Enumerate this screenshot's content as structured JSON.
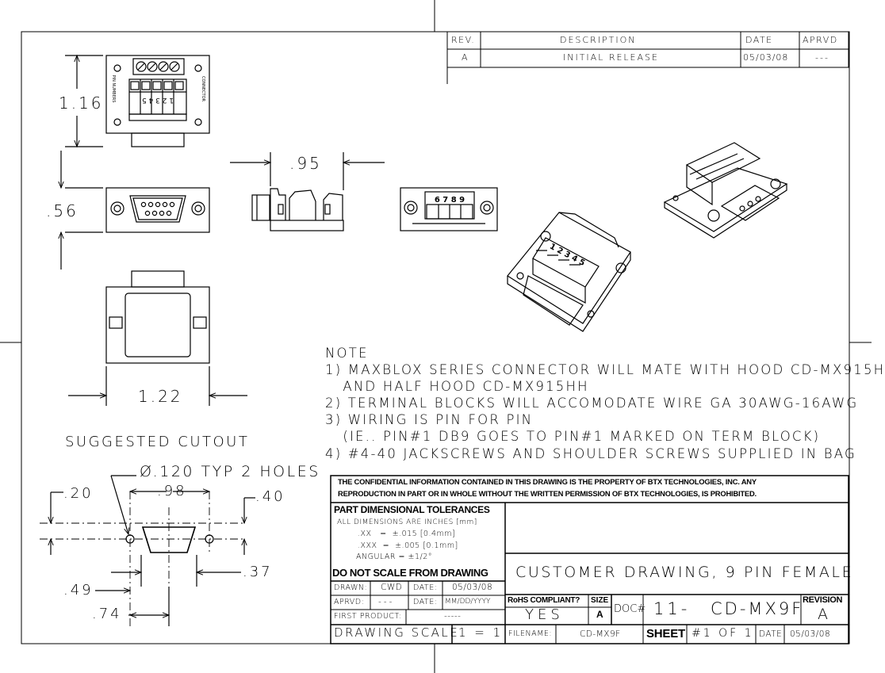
{
  "revision_block": {
    "headers": {
      "rev": "REV.",
      "description": "DESCRIPTION",
      "date": "DATE",
      "approved": "APRVD"
    },
    "row": {
      "rev": "A",
      "description": "INITIAL RELEASE",
      "date": "05/03/08",
      "approved": "---"
    }
  },
  "dimensions": {
    "height_top": "1.16",
    "depth_side": ".95",
    "height_front": ".56",
    "width_bottom": "1.22"
  },
  "terminal_labels": {
    "top_numbers": "1 2 3 4 5",
    "bottom_numbers": "6 7 8 9",
    "side_label": "PIN NUMBERS",
    "side_label_2": "CONNECTOR"
  },
  "cutout": {
    "title": "SUGGESTED CUTOUT",
    "hole_note": "Ø.120 TYP 2 HOLES",
    "dim_98": ".98",
    "dim_20": ".20",
    "dim_40": ".40",
    "dim_49": ".49",
    "dim_37": ".37",
    "dim_74": ".74"
  },
  "notes": {
    "heading": "NOTE",
    "lines": [
      "1) MAXBLOX SERIES CONNECTOR WILL MATE WITH HOOD CD-MX915H",
      "   AND HALF HOOD CD-MX915HH",
      "2) TERMINAL BLOCKS WILL ACCOMODATE WIRE GA 30AWG-16AWG",
      "3) WIRING IS PIN FOR PIN",
      "   (IE.. PIN#1 DB9 GOES TO PIN#1 MARKED ON TERM BLOCK)",
      "4) #4-40 JACKSCREWS AND SHOULDER SCREWS SUPPLIED IN BAG"
    ]
  },
  "title_block": {
    "confidential_1": "THE CONFIDENTIAL INFORMATION CONTAINED IN THIS DRAWING IS THE PROPERTY OF BTX TECHNOLOGIES, INC. ANY",
    "confidential_2": "REPRODUCTION IN PART OR IN WHOLE WITHOUT THE WRITTEN PERMISSION OF BTX TECHNOLOGIES, IS PROHIBITED.",
    "tolerance_title": "PART DIMENSIONAL TOLERANCES",
    "tolerance_lines": [
      "ALL DIMENSIONS ARE INCHES [mm]",
      ".XX   =  ±.015 [0.4mm]",
      ".XXX  =  ±.005 [0.1mm]",
      "ANGULAR = ±1/2°"
    ],
    "do_not_scale": "DO NOT SCALE FROM DRAWING",
    "drawn_label": "DRAWN:",
    "drawn_value": "CWD",
    "drawn_date_label": "DATE:",
    "drawn_date_value": "05/03/08",
    "aprvd_label": "APRVD:",
    "aprvd_value": "---",
    "aprvd_date_label": "DATE:",
    "aprvd_date_value": "MM/DD/YYYY",
    "first_product_label": "FIRST PRODUCT:",
    "first_product_value": "-----",
    "drawing_scale_label": "DRAWING SCALE",
    "drawing_scale_value": "1 = 1",
    "title": "CUSTOMER DRAWING, 9 PIN FEMALE",
    "rohs_label": "RoHS COMPLIANT?",
    "rohs_value": "YES",
    "size_label": "SIZE",
    "size_value": "A",
    "doc_label": "DOC#",
    "doc_prefix": "11-",
    "doc_value": "CD-MX9F",
    "revision_label": "REVISION",
    "revision_value": "A",
    "filename_label": "FILENAME:",
    "filename_value": "CD-MX9F",
    "sheet_label": "SHEET",
    "sheet_value": "#1 OF 1",
    "date_label": "DATE",
    "date_value": "05/03/08"
  }
}
